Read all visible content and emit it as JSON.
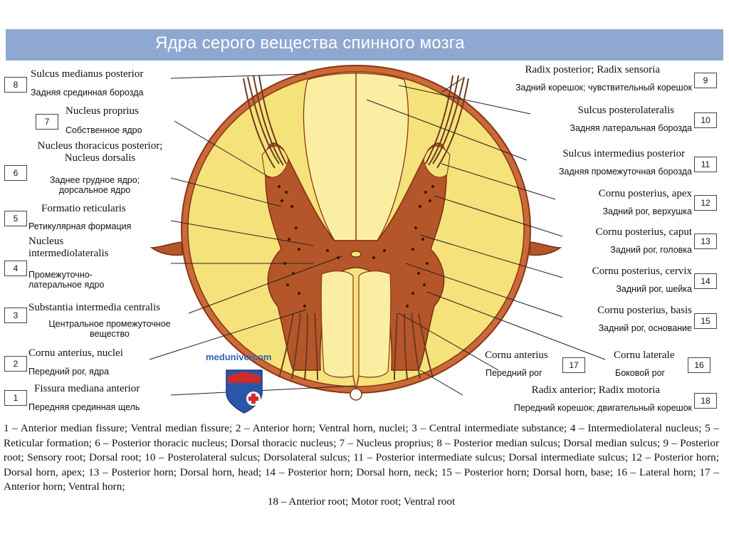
{
  "title": "Ядра серого вещества спинного мозга",
  "watermark": "medunivercom",
  "colors": {
    "title_bg": "#8fa8d2",
    "white_matter": "#f6e27a",
    "grey_matter": "#b5562a",
    "pia": "#a9471f",
    "nuclei": "#3b1608"
  },
  "labels": [
    {
      "num": "8",
      "lat": "Sulcus medianus posterior",
      "ru": "Задняя срединная борозда"
    },
    {
      "num": "7",
      "lat": "Nucleus proprius",
      "ru": "Собственное ядро"
    },
    {
      "num": "6",
      "lat": "Nucleus thoracicus posterior; Nucleus dorsalis",
      "ru": "Заднее грудное ядро; дорсальное ядро"
    },
    {
      "num": "5",
      "lat": "Formatio reticularis",
      "ru": "Ретикулярная формация"
    },
    {
      "num": "4",
      "lat": "Nucleus intermediolateralis",
      "ru": "Промежуточно-латеральное ядро"
    },
    {
      "num": "3",
      "lat": "Substantia intermedia centralis",
      "ru": "Центральное промежуточное вещество"
    },
    {
      "num": "2",
      "lat": "Cornu anterius, nuclei",
      "ru": "Передний рог, ядра"
    },
    {
      "num": "1",
      "lat": "Fissura mediana anterior",
      "ru": "Передняя срединная щель"
    },
    {
      "num": "9",
      "lat": "Radix posterior; Radix sensoria",
      "ru": "Задний корешок; чувствительный корешок"
    },
    {
      "num": "10",
      "lat": "Sulcus posterolateralis",
      "ru": "Задняя латеральная борозда"
    },
    {
      "num": "11",
      "lat": "Sulcus intermedius posterior",
      "ru": "Задняя промежуточная борозда"
    },
    {
      "num": "12",
      "lat": "Cornu posterius, apex",
      "ru": "Задний рог, верхушка"
    },
    {
      "num": "13",
      "lat": "Cornu posterius, caput",
      "ru": "Задний рог, головка"
    },
    {
      "num": "14",
      "lat": "Cornu posterius, cervix",
      "ru": "Задний рог, шейка"
    },
    {
      "num": "15",
      "lat": "Cornu posterius, basis",
      "ru": "Задний рог, основание"
    },
    {
      "num": "16",
      "lat": "Cornu laterale",
      "ru": "Боковой рог"
    },
    {
      "num": "17",
      "lat": "Cornu anterius",
      "ru": "Передний рог"
    },
    {
      "num": "18",
      "lat": "Radix anterior; Radix motoria",
      "ru": "Передний корешок; двигательный корешок"
    }
  ],
  "legend_main": "1 – Anterior median fissure; Ventral median fissure; 2 – Anterior horn; Ventral horn, nuclei; 3 – Central intermediate substance; 4 – Intermediolateral nucleus; 5 – Reticular formation; 6 – Posterior thoracic nucleus; Dorsal thoracic nucleus; 7 – Nucleus proprius; 8 – Posterior median sulcus; Dorsal median sulcus; 9 – Posterior root; Sensory root; Dorsal root; 10 – Posterolateral sulcus; Dorsolateral sulcus; 11 – Posterior intermediate sulcus; Dorsal intermediate sulcus; 12 – Posterior horn; Dorsal horn, apex; 13 – Posterior horn; Dorsal horn, head; 14 – Posterior horn; Dorsal horn, neck; 15 – Posterior horn; Dorsal horn, base; 16 – Lateral horn; 17 – Anterior horn; Ventral horn;",
  "legend_last": "18 – Anterior root; Motor root; Ventral root"
}
